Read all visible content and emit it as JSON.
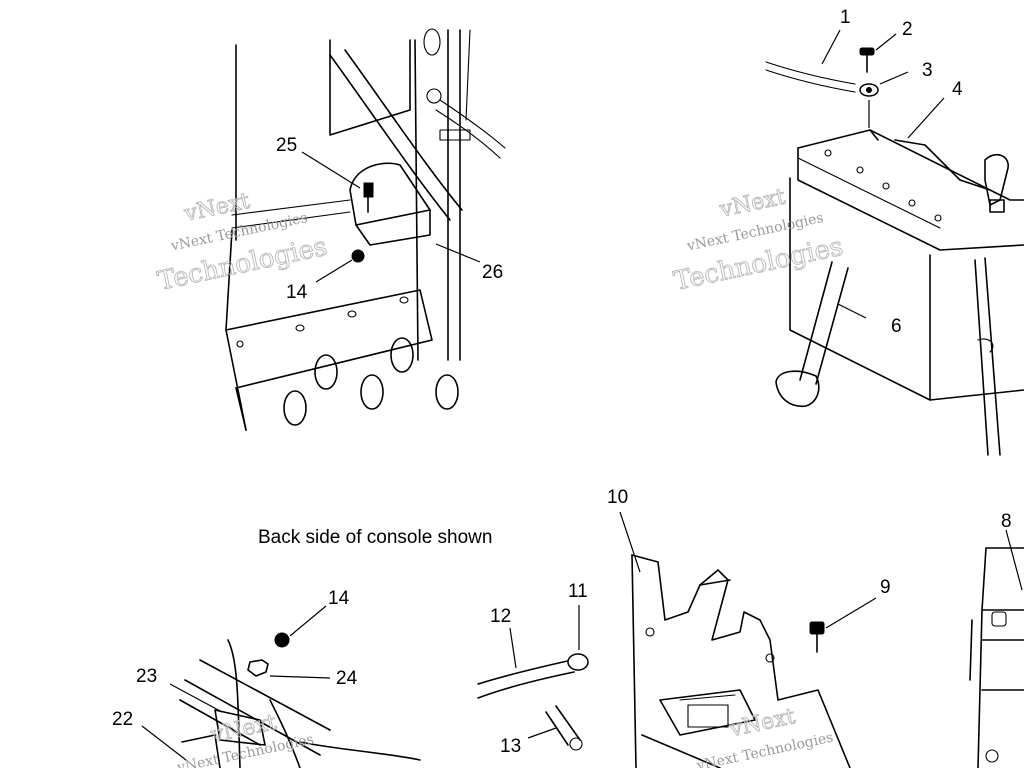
{
  "diagram": {
    "caption": "Back side of console shown",
    "watermark": {
      "line1": "vNext Technologies",
      "line2": "vNext",
      "line3": "Technologies"
    },
    "callouts": [
      "1",
      "2",
      "3",
      "4",
      "6",
      "25",
      "26",
      "14",
      "10",
      "9",
      "8",
      "11",
      "12",
      "13",
      "14",
      "23",
      "24",
      "22"
    ]
  }
}
